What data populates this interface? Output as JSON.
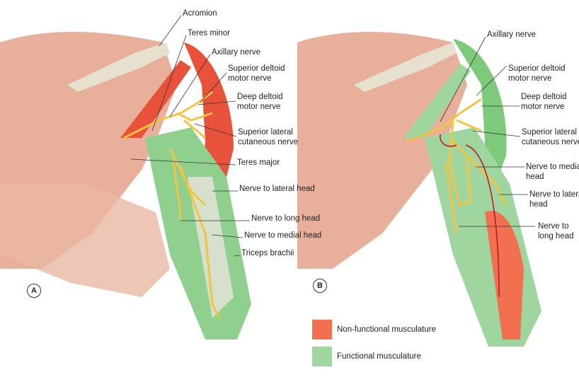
{
  "panel_a": {
    "marker": "A",
    "labels": {
      "acromion": "Acromion",
      "teres_minor": "Teres minor",
      "axillary_nerve": "Axillary nerve",
      "superior_deltoid_1": "Superior deltoid",
      "superior_deltoid_2": "motor nerve",
      "deep_deltoid_1": "Deep deltoid",
      "deep_deltoid_2": "motor nerve",
      "superior_lateral_1": "Superior lateral",
      "superior_lateral_2": "cutaneous nerve",
      "teres_major": "Teres major",
      "nerve_lateral_head": "Nerve to lateral head",
      "nerve_long_head": "Nerve to long head",
      "nerve_medial_head": "Nerve to medial head",
      "triceps_brachii": "Triceps brachii"
    }
  },
  "panel_b": {
    "marker": "B",
    "labels": {
      "axillary_nerve": "Axillary nerve",
      "superior_deltoid_1": "Superior deltoid",
      "superior_deltoid_2": "motor nerve",
      "deep_deltoid_1": "Deep deltoid",
      "deep_deltoid_2": "motor nerve",
      "superior_lateral_1": "Superior lateral",
      "superior_lateral_2": "cutaneous nerve",
      "nerve_medial_1": "Nerve to medial",
      "nerve_medial_2": "head",
      "nerve_lateral_1": "Nerve to lateral",
      "nerve_lateral_2": "head",
      "nerve_long_1": "Nerve to",
      "nerve_long_2": "long head"
    }
  },
  "legend": {
    "items": [
      {
        "label": "Non-functional musculature",
        "color": "#f0704f"
      },
      {
        "label": "Functional musculature",
        "color": "#9fd6a0"
      }
    ]
  },
  "colors": {
    "muscle": "#e4a58c",
    "bone": "#e6e0cf",
    "nerve": "#f4c441",
    "deltoid_red": "#e8523a",
    "green": "#8fd08f"
  }
}
